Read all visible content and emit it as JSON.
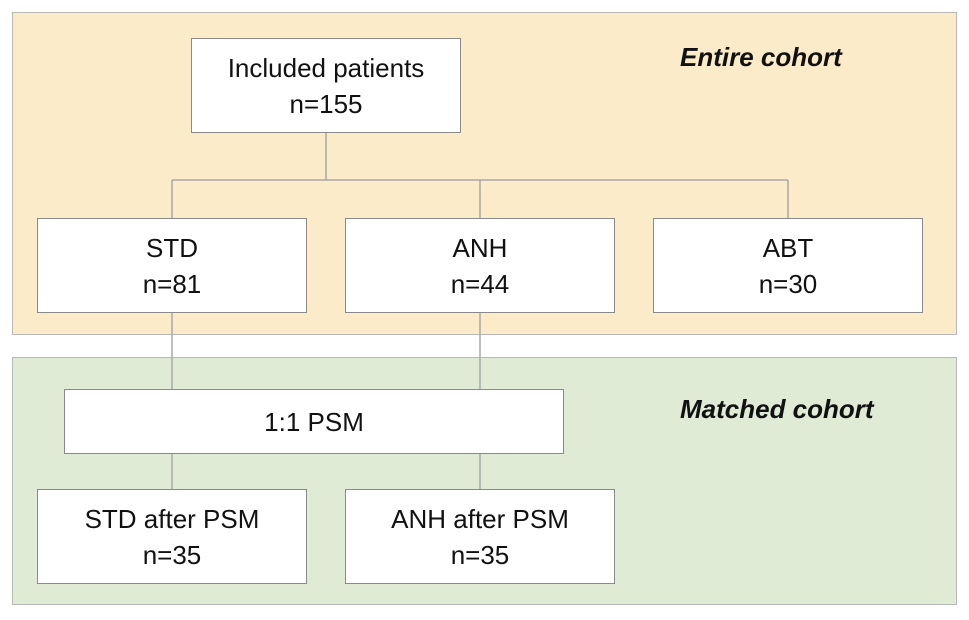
{
  "colors": {
    "entire_panel_bg": "#fcebc8",
    "matched_panel_bg": "#e0ebd6",
    "connector": "#a8a8a8"
  },
  "panels": {
    "entire": {
      "label": "Entire cohort"
    },
    "matched": {
      "label": "Matched cohort"
    }
  },
  "nodes": {
    "included": {
      "title": "Included patients",
      "count": "n=155"
    },
    "std": {
      "title": "STD",
      "count": "n=81"
    },
    "anh": {
      "title": "ANH",
      "count": "n=44"
    },
    "abt": {
      "title": "ABT",
      "count": "n=30"
    },
    "psm": {
      "title": "1:1 PSM"
    },
    "std_psm": {
      "title": "STD after PSM",
      "count": "n=35"
    },
    "anh_psm": {
      "title": "ANH after PSM",
      "count": "n=35"
    }
  }
}
